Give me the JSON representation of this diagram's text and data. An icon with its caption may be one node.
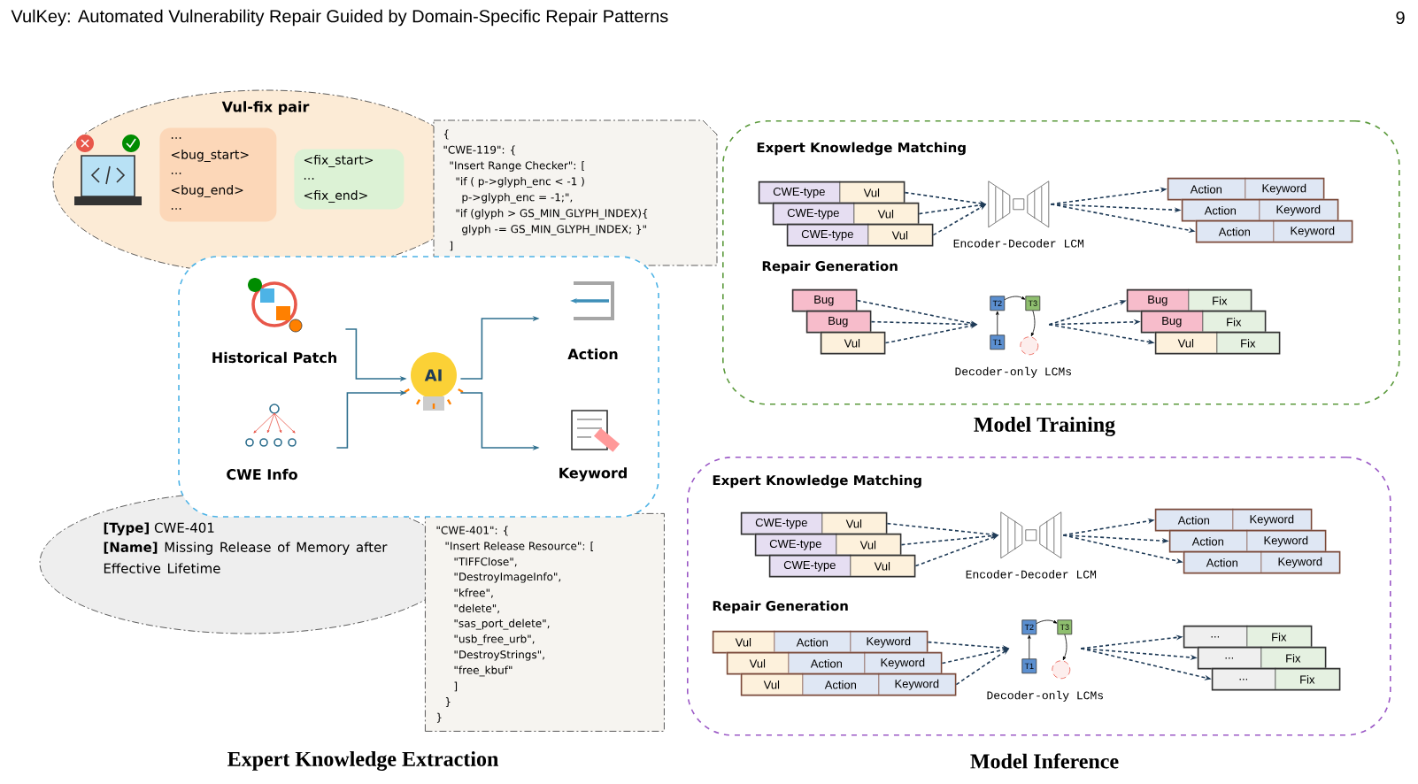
{
  "diagram": {
    "title": "VulKey: Automated Vulnerability Repair Guided by Domain-Specific Repair Patterns",
    "nodes": [
      {
        "text": [
          "Vul-fix pair"
        ]
      },
      {
        "text": [
          "...",
          "<bug_start>",
          "...",
          "<bug_end>",
          "..."
        ],
        "in": 0
      },
      {
        "text": [
          "<fix_start>",
          "...",
          "<fix_end>"
        ],
        "in": 0
      },
      {
        "text": [
          "{",
          "\"CWE-119\": {",
          "\"Insert Range Checker\": [",
          "\"if ( p->glyph_enc < -1 )",
          "p->glyph_enc = -1;\",",
          "\"if (glyph > GS_MIN_GLYPH_INDEX){",
          "glyph -= GS_MIN_GLYPH_INDEX; }\"",
          "]"
        ]
      },
      {
        "text": [],
        "shape": "box"
      },
      {
        "text": [
          "Historical Patch"
        ],
        "in": 4
      },
      {
        "text": [
          "CWE Info"
        ],
        "in": 4
      },
      {
        "text": [
          "AI"
        ],
        "in": 4
      },
      {
        "text": [
          "Action"
        ],
        "in": 4
      },
      {
        "text": [
          "Keyword"
        ],
        "in": 4
      },
      {
        "text": [
          "**[Type]** CWE-401",
          "**[Name]** Missing Release of Memory after Effective Lifetime"
        ]
      },
      {
        "text": [
          "\"CWE-401\": {",
          "\"Insert Release Resource\": [",
          "\"TIFFClose\",",
          "\"DestroyImageInfo\",",
          "\"kfree\",",
          "\"delete\",",
          "\"sas_port_delete\",",
          "\"usb_free_urb\",",
          "\"DestroyStrings\",",
          "\"free_kbuf\"",
          "]",
          "}",
          "}"
        ]
      },
      {
        "text": [
          "Model Training"
        ]
      },
      {
        "text": [
          "CWE-type",
          "Vul"
        ],
        "in": 12
      },
      {
        "text": [
          "CWE-type",
          "Vul"
        ],
        "in": 12
      },
      {
        "text": [
          "CWE-type",
          "Vul"
        ],
        "in": 12
      },
      {
        "text": [],
        "shape": "picture",
        "beside": [
          "Encoder-Decoder LCM"
        ],
        "in": 12
      },
      {
        "text": [
          "Action",
          "Keyword"
        ],
        "in": 12
      },
      {
        "text": [
          "Action",
          "Keyword"
        ],
        "in": 12
      },
      {
        "text": [
          "Action",
          "Keyword"
        ],
        "in": 12
      },
      {
        "text": [
          "Bug"
        ],
        "in": 12
      },
      {
        "text": [
          "Bug"
        ],
        "in": 12
      },
      {
        "text": [
          "Vul"
        ],
        "in": 12
      },
      {
        "text": [
          "T2",
          "T3",
          "T1"
        ],
        "beside": [
          "Decoder-only LCMs"
        ],
        "in": 12
      },
      {
        "text": [
          "Bug",
          "Fix"
        ],
        "in": 12
      },
      {
        "text": [
          "Bug",
          "Fix"
        ],
        "in": 12
      },
      {
        "text": [
          "Vul",
          "Fix"
        ],
        "in": 12
      },
      {
        "text": [
          "Model Inference"
        ]
      },
      {
        "text": [
          "CWE-type",
          "Vul"
        ],
        "in": 27
      },
      {
        "text": [
          "CWE-type",
          "Vul"
        ],
        "in": 27
      },
      {
        "text": [
          "CWE-type",
          "Vul"
        ],
        "in": 27
      },
      {
        "text": [],
        "shape": "picture",
        "beside": [
          "Encoder-Decoder LCM"
        ],
        "in": 27
      },
      {
        "text": [
          "Action",
          "Keyword"
        ],
        "in": 27
      },
      {
        "text": [
          "Action",
          "Keyword"
        ],
        "in": 27
      },
      {
        "text": [
          "Action",
          "Keyword"
        ],
        "in": 27
      },
      {
        "text": [
          "Vul",
          "Action",
          "Keyword"
        ],
        "in": 27
      },
      {
        "text": [
          "Vul",
          "Action",
          "Keyword"
        ],
        "in": 27
      },
      {
        "text": [
          "Vul",
          "Action",
          "Keyword"
        ],
        "in": 27
      },
      {
        "text": [
          "T2",
          "T3",
          "T1"
        ],
        "beside": [
          "Decoder-only LCMs"
        ],
        "in": 27
      },
      {
        "text": [
          "...",
          "Fix"
        ],
        "in": 27
      },
      {
        "text": [
          "...",
          "Fix"
        ],
        "in": 27
      },
      {
        "text": [
          "...",
          "Fix"
        ],
        "in": 27
      }
    ],
    "edges": [
      {
        "from": 5,
        "to": 7,
        "arrow": "to",
        "color": "#2e6f8e"
      },
      {
        "from": 6,
        "to": 7,
        "arrow": "to",
        "color": "#2e6f8e"
      },
      {
        "from": 7,
        "to": 8,
        "arrow": "to",
        "color": "#2e6f8e"
      },
      {
        "from": 7,
        "to": 9,
        "arrow": "to",
        "color": "#2e6f8e"
      },
      {
        "from": 13,
        "to": 16,
        "arrow": "to",
        "style": "dashed"
      },
      {
        "from": 14,
        "to": 16,
        "arrow": "to",
        "style": "dashed"
      },
      {
        "from": 15,
        "to": 16,
        "arrow": "to",
        "style": "dashed"
      },
      {
        "from": 16,
        "to": 17,
        "arrow": "to",
        "style": "dashed"
      },
      {
        "from": 16,
        "to": 18,
        "arrow": "to",
        "style": "dashed"
      },
      {
        "from": 16,
        "to": 19,
        "arrow": "to",
        "style": "dashed"
      },
      {
        "from": 20,
        "to": 23,
        "arrow": "to",
        "style": "dashed"
      },
      {
        "from": 21,
        "to": 23,
        "arrow": "to",
        "style": "dashed"
      },
      {
        "from": 22,
        "to": 23,
        "arrow": "to",
        "style": "dashed"
      },
      {
        "from": 23,
        "to": 24,
        "arrow": "to",
        "style": "dashed"
      },
      {
        "from": 23,
        "to": 25,
        "arrow": "to",
        "style": "dashed"
      },
      {
        "from": 23,
        "to": 26,
        "arrow": "to",
        "style": "dashed"
      },
      {
        "from": 28,
        "to": 31,
        "arrow": "to",
        "style": "dashed"
      },
      {
        "from": 29,
        "to": 31,
        "arrow": "to",
        "style": "dashed"
      },
      {
        "from": 30,
        "to": 31,
        "arrow": "to",
        "style": "dashed"
      },
      {
        "from": 31,
        "to": 32,
        "arrow": "to",
        "style": "dashed"
      },
      {
        "from": 31,
        "to": 33,
        "arrow": "to",
        "style": "dashed"
      },
      {
        "from": 31,
        "to": 34,
        "arrow": "to",
        "style": "dashed"
      },
      {
        "from": 35,
        "to": 38,
        "arrow": "to",
        "style": "dashed"
      },
      {
        "from": 36,
        "to": 38,
        "arrow": "to",
        "style": "dashed"
      },
      {
        "from": 37,
        "to": 38,
        "arrow": "to",
        "style": "dashed"
      },
      {
        "from": 38,
        "to": 39,
        "arrow": "to",
        "style": "dashed"
      },
      {
        "from": 38,
        "to": 40,
        "arrow": "to",
        "style": "dashed"
      },
      {
        "from": 38,
        "to": 41,
        "arrow": "to",
        "style": "dashed"
      }
    ],
    "labels": [
      "9",
      "Expert Knowledge Matching",
      "Repair Generation",
      "Expert Knowledge Matching",
      "Repair Generation",
      "Expert Knowledge Extraction"
    ]
  }
}
